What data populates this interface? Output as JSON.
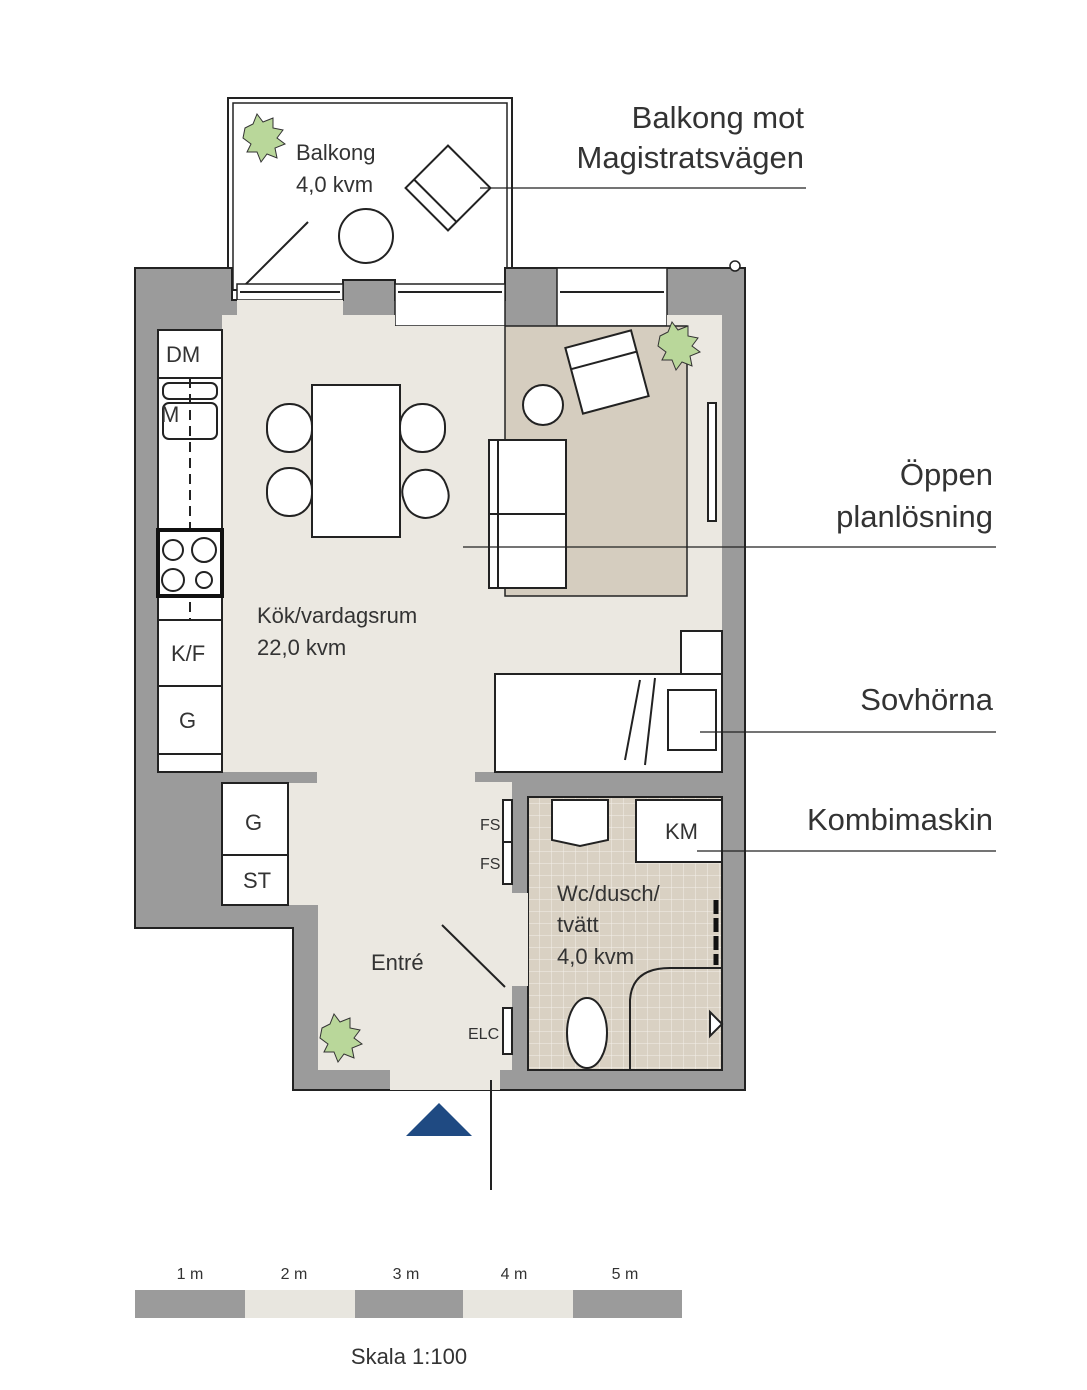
{
  "rooms": {
    "balcony": {
      "name": "Balkong",
      "area": "4,0 kvm"
    },
    "living": {
      "name": "Kök/vardagsrum",
      "area": "22,0 kvm"
    },
    "bath": {
      "name_line1": "Wc/dusch/",
      "name_line2": "tvätt",
      "area": "4,0 kvm"
    },
    "entry": {
      "name": "Entré"
    }
  },
  "appliances": {
    "dm": "DM",
    "m": "M",
    "kf": "K/F",
    "g1": "G",
    "g2": "G",
    "st": "ST",
    "fs1": "FS",
    "fs2": "FS",
    "elc": "ELC",
    "km": "KM"
  },
  "callouts": {
    "balcony_line1": "Balkong mot",
    "balcony_line2": "Magistratsvägen",
    "open_line1": "Öppen",
    "open_line2": "planlösning",
    "sleep": "Sovhörna",
    "combi": "Kombimaskin"
  },
  "scale": {
    "ticks": [
      "1 m",
      "2 m",
      "3 m",
      "4 m",
      "5 m"
    ],
    "label": "Skala 1:100"
  },
  "colors": {
    "wall": "#9b9b9b",
    "floor": "#ebe8e1",
    "rug": "#d5cdbf",
    "bath_tile": "#d9d1c3",
    "plant": "#b9d79a",
    "entry_arrow": "#1f4a82"
  }
}
